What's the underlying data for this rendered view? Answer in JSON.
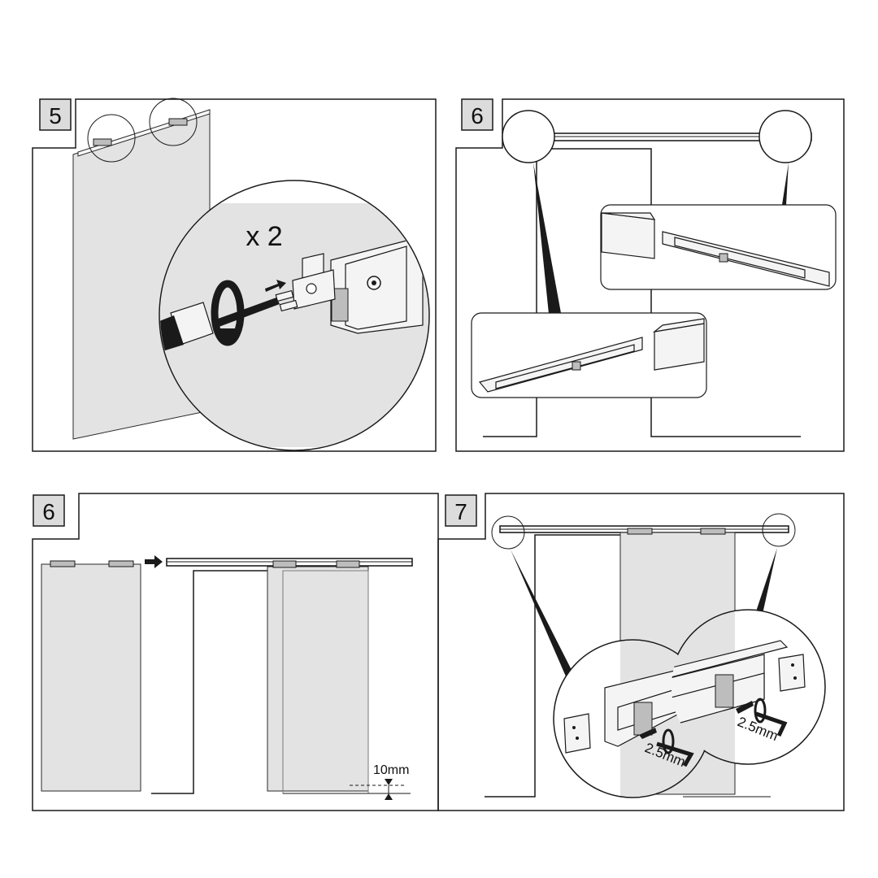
{
  "steps": [
    {
      "number": "5",
      "multiplier": "x 2"
    },
    {
      "number": "6"
    },
    {
      "number": "6",
      "clearance": "10mm"
    },
    {
      "number": "7",
      "tool_left": "2.5mm",
      "tool_right": "2.5mm"
    }
  ],
  "icons": [
    "screwdriver-icon",
    "rotation-arrow-icon",
    "allen-key-icon",
    "direction-arrow-icon"
  ],
  "colors": {
    "panel_fill": "#e3e3e4",
    "line": "#1a1a1a",
    "badge": "#dcdcdc"
  }
}
